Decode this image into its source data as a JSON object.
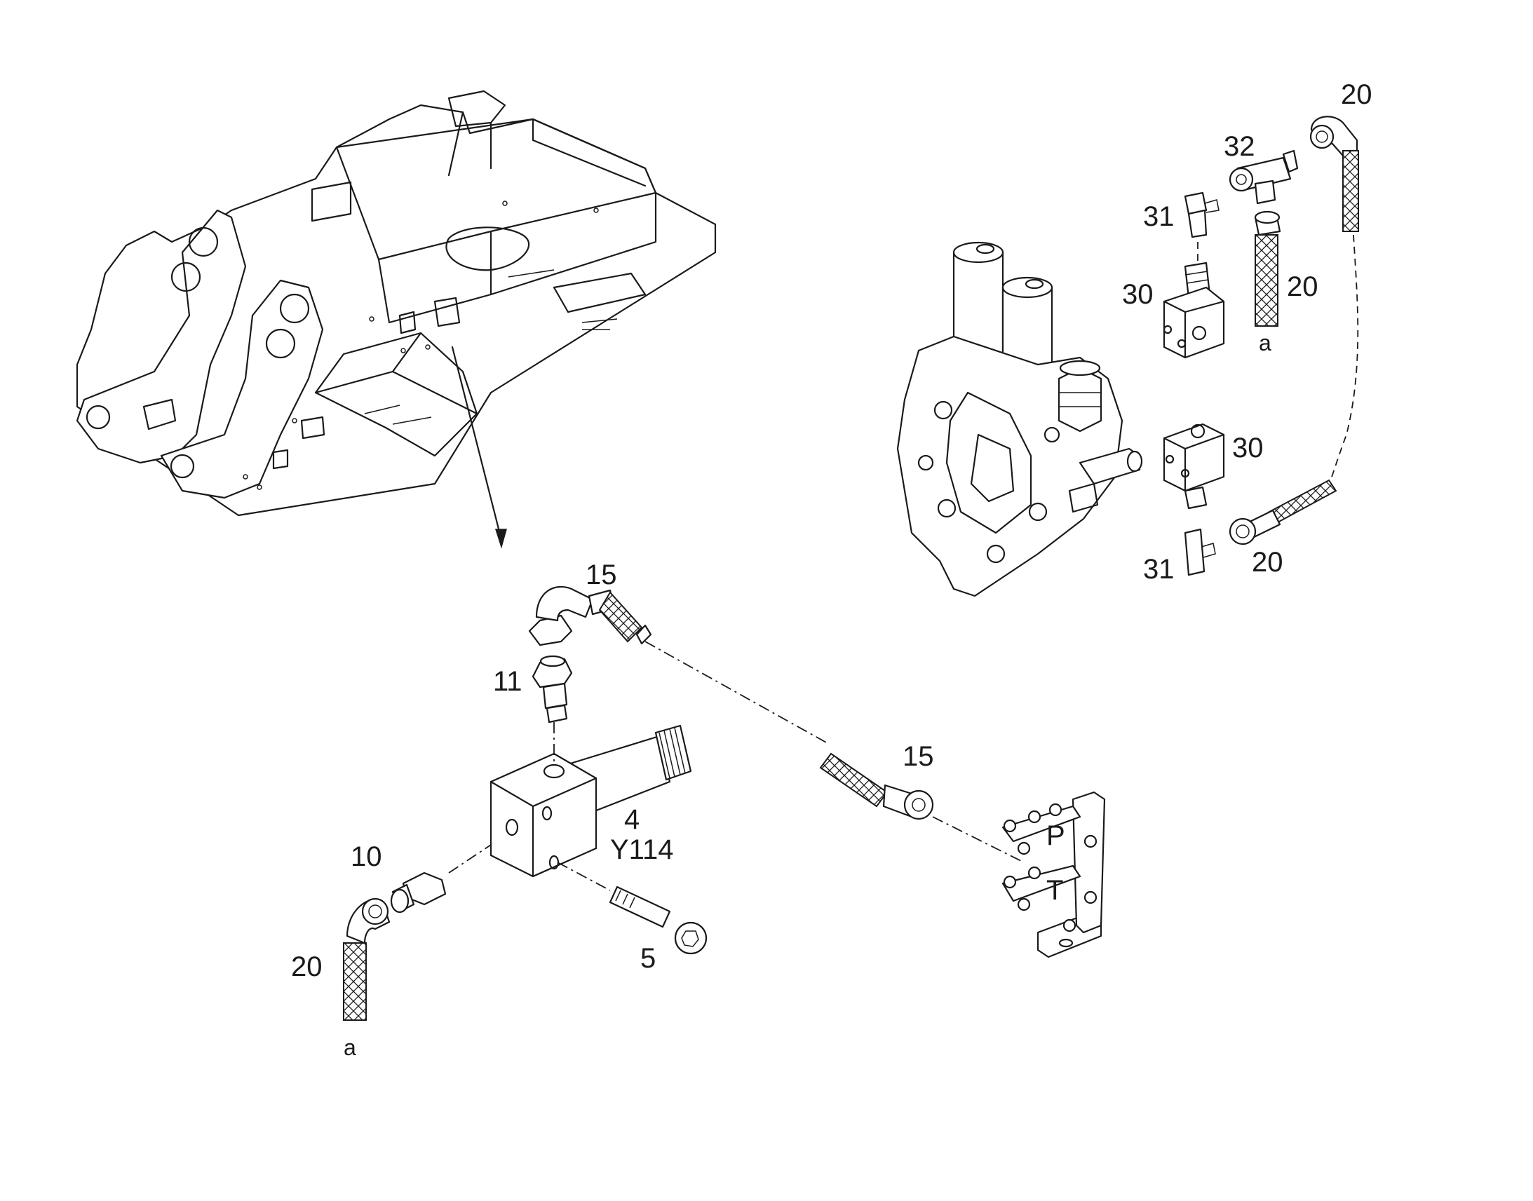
{
  "callouts": {
    "c20_top": "20",
    "c32": "32",
    "c31_top": "31",
    "c30_top": "30",
    "c20_mid": "20",
    "a_top": "a",
    "c30_mid": "30",
    "c31_bot": "31",
    "c20_bot": "20",
    "c15_top": "15",
    "c11": "11",
    "c15_mid": "15",
    "c4": "4",
    "y114": "Y114",
    "c10": "10",
    "c5": "5",
    "c20_left": "20",
    "a_bot": "a",
    "port_p": "P",
    "port_t": "T"
  }
}
